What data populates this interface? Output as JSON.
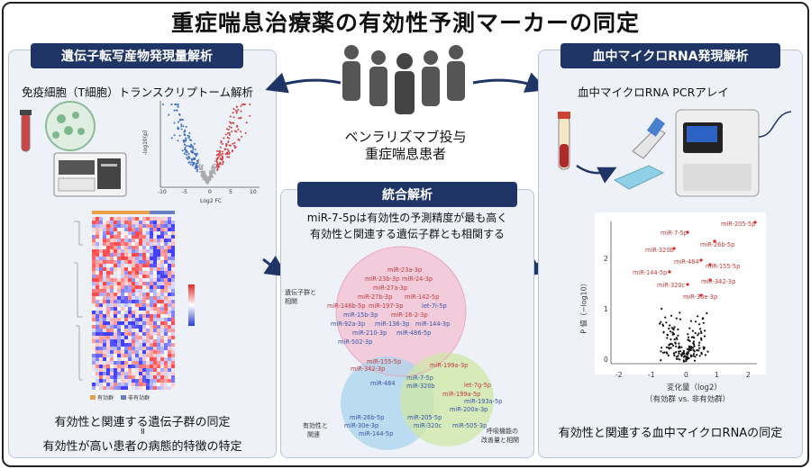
{
  "title": "重症喘息治療薬の有効性予測マーカーの同定",
  "patients": {
    "line1": "ベンラリズマブ投与",
    "line2": "重症喘息患者"
  },
  "left": {
    "header": "遺伝子転写産物発現量解析",
    "subtitle": "免疫細胞（T細胞）トランスクリプトーム解析",
    "volcano_xlabel": "Log2 FC",
    "volcano_ylabel": "-log10(p)",
    "volcano_xticks": [
      "-10",
      "-5",
      "0",
      "5",
      "10"
    ],
    "legend_effective": "有効群",
    "legend_noneffective": "非有効群",
    "conclusion1": "有効性と関連する遺伝子群の同定",
    "equals": "॥",
    "conclusion2": "有効性が高い患者の病態的特徴の特定"
  },
  "center": {
    "header": "統合解析",
    "line1": "miR-7-5pは有効性の予測精度が最も高く",
    "line2": "有効性と関連する遺伝子群とも相関する",
    "label_genes": [
      "遺伝子群と",
      "相関"
    ],
    "label_efficacy": [
      "有効性と",
      "関連"
    ],
    "label_resp": [
      "呼吸機能の",
      "改善量と相関"
    ],
    "venn_red": [
      "miR-23a-3p",
      "miR-23b-3p",
      "miR-24-3p",
      "miR-27a-3p",
      "miR-27b-3p",
      "miR-142-5p",
      "miR-146b-5p",
      "miR-197-3p",
      "miR-15b-3p",
      "miR-16-2-3p",
      "miR-92a-3p",
      "miR-136-3p",
      "miR-144-3p",
      "miR-210-3p",
      "miR-486-5p",
      "miR-502-3p",
      "miR-155-5p",
      "miR-342-3p",
      "miR-199a-3p",
      "miR-199a-5p",
      "let-7g-5p"
    ],
    "venn_blue": [
      "let-7i-5p",
      "miR-484",
      "miR-7-5p",
      "miR-320b",
      "miR-26b-5p",
      "miR-30e-3p",
      "miR-144-5p",
      "miR-205-5p",
      "miR-320c",
      "miR-505-3p",
      "miR-193a-5p",
      "miR-200a-3p"
    ]
  },
  "right": {
    "header": "血中マイクロRNA発現解析",
    "subtitle": "血中マイクロRNA PCRアレイ",
    "ylabel": "P 値（−log10）",
    "xlabel": "変化量（log2）",
    "compare": "（有効群 vs. 非有効群）",
    "xticks": [
      "-2",
      "-1",
      "0",
      "1",
      "2"
    ],
    "yticks": [
      "0",
      "1",
      "2"
    ],
    "labels": [
      "miR-205-5p",
      "miR-7-5p",
      "miR-26b-5p",
      "miR-320b",
      "miR-484",
      "miR-155-5p",
      "miR-144-5p",
      "miR-342-3p",
      "miR-320c",
      "miR-30e-3p"
    ],
    "conclusion": "有効性と関連する血中マイクロRNAの同定"
  }
}
